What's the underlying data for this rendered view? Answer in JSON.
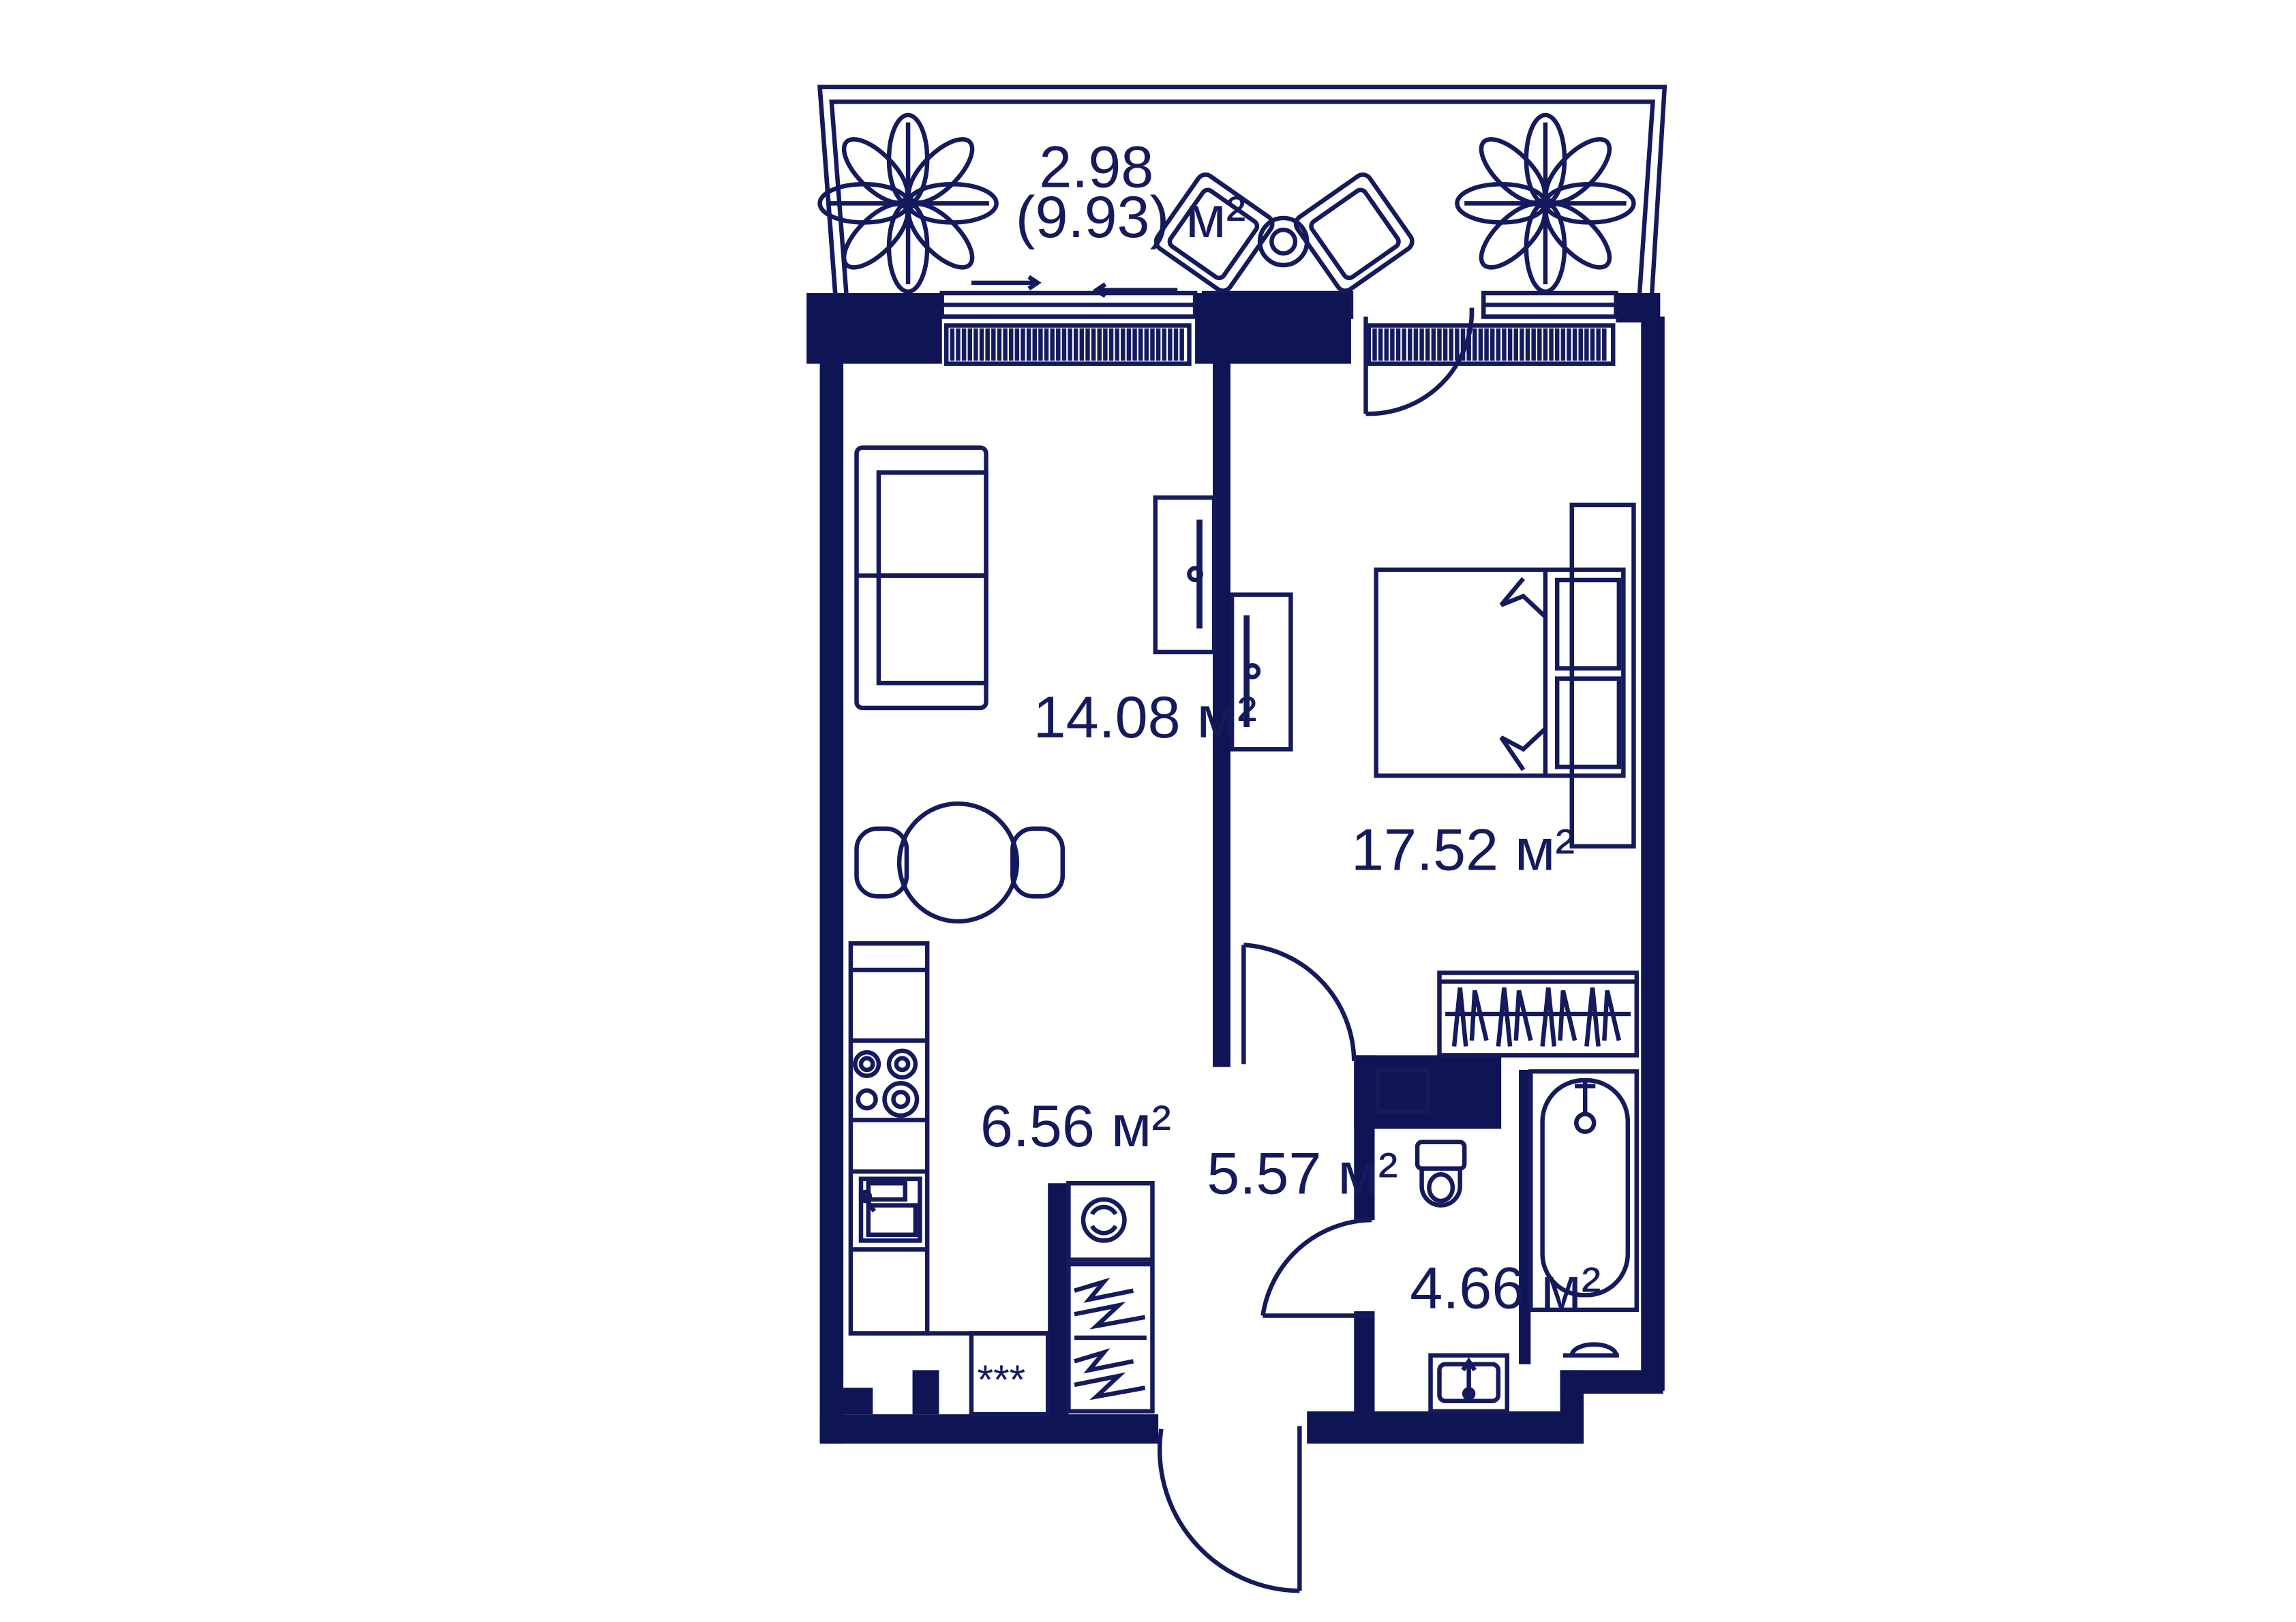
{
  "plan": {
    "colors": {
      "wall": "#0e1454",
      "line": "#141a5c",
      "background": "#ffffff"
    },
    "rooms": {
      "balcony": {
        "area_line1": "2.98",
        "area_line2": "(9.93) м²"
      },
      "living_room": {
        "area": "14.08 м²"
      },
      "bedroom": {
        "area": "17.52 м²"
      },
      "kitchen": {
        "area": "6.56 м²"
      },
      "hallway": {
        "area": "5.57 м²"
      },
      "bathroom": {
        "area": "4.66 м²"
      }
    },
    "symbols": {
      "hob_marks": "***"
    },
    "icons": [
      "plant-icon",
      "armchair-icon",
      "side-table-icon",
      "sofa-icon",
      "tv-unit-icon",
      "dining-table-icon",
      "double-bed-icon",
      "wardrobe-icon",
      "cooktop-icon",
      "sink-icon",
      "washing-machine-icon",
      "toilet-icon",
      "bathtub-icon",
      "door-swing-icon",
      "radiator-icon"
    ]
  }
}
